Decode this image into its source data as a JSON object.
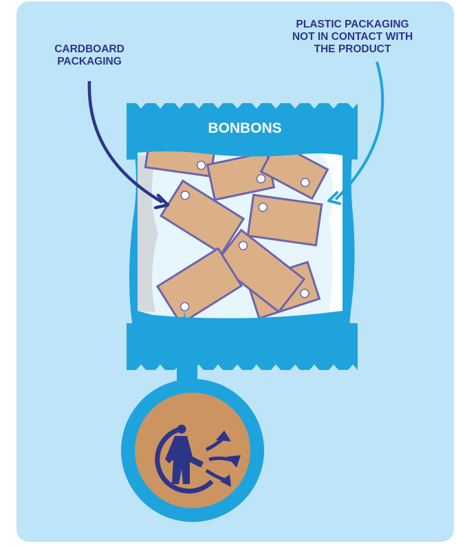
{
  "labels": {
    "cardboard": [
      "CARDBOARD",
      "PACKAGING"
    ],
    "plastic": [
      "PLASTIC PACKAGING",
      "NOT IN CONTACT WITH",
      "THE PRODUCT"
    ]
  },
  "bag": {
    "title": "BONBONS"
  },
  "magnifier": {
    "icon": "triman-recycling-icon"
  },
  "colors": {
    "background": "#bde4f7",
    "bag_blue": "#1fa3dd",
    "cardboard": "#dcb086",
    "cardboard_border": "#6a64b0",
    "text": "#2d3589",
    "circle_fill": "#cc9461"
  }
}
